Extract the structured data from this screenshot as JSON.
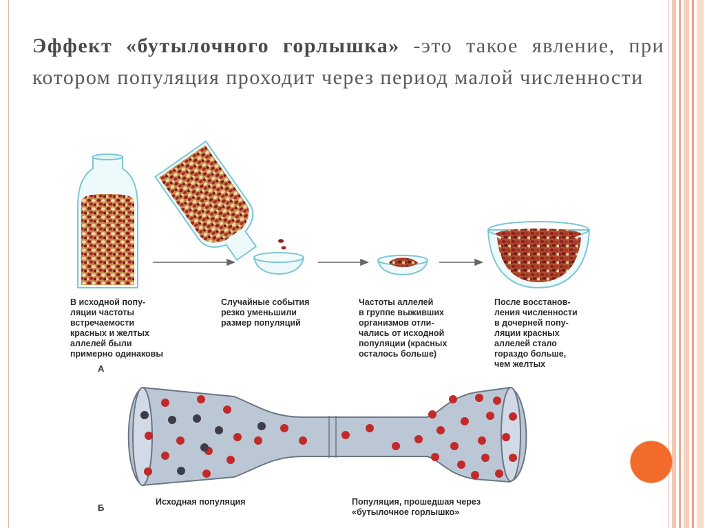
{
  "slide": {
    "title_bold": "Эффект «бутылочного горлышка»",
    "title_rest": " -это такое явление, при котором популяция проходит через период малой численности",
    "accent_color": "#f26b2a",
    "stripe_color": "#f2b49b"
  },
  "diagram_a": {
    "captions": [
      "В исходной попу-\nляции частоты\nвстречаемости\nкрасных и желтых\nаллелей были\nпримерно одинаковы",
      "Случайные события\nрезко уменьшили\nразмер популяций",
      "Частоты аллелей\nв группе выживших\nорганизмов отли-\nчались от исходной\nпопуляции (красных\nосталось больше)",
      "После восстанов-\nления численности\nв дочерней попу-\nляции красных\nаллелей стало\nгораздо больше,\nчем желтых"
    ],
    "label": "А"
  },
  "diagram_b": {
    "label": "Б",
    "captions": [
      "Исходная популяция",
      "Популяция, прошедшая через\n«бутылочное горлышко»"
    ]
  }
}
